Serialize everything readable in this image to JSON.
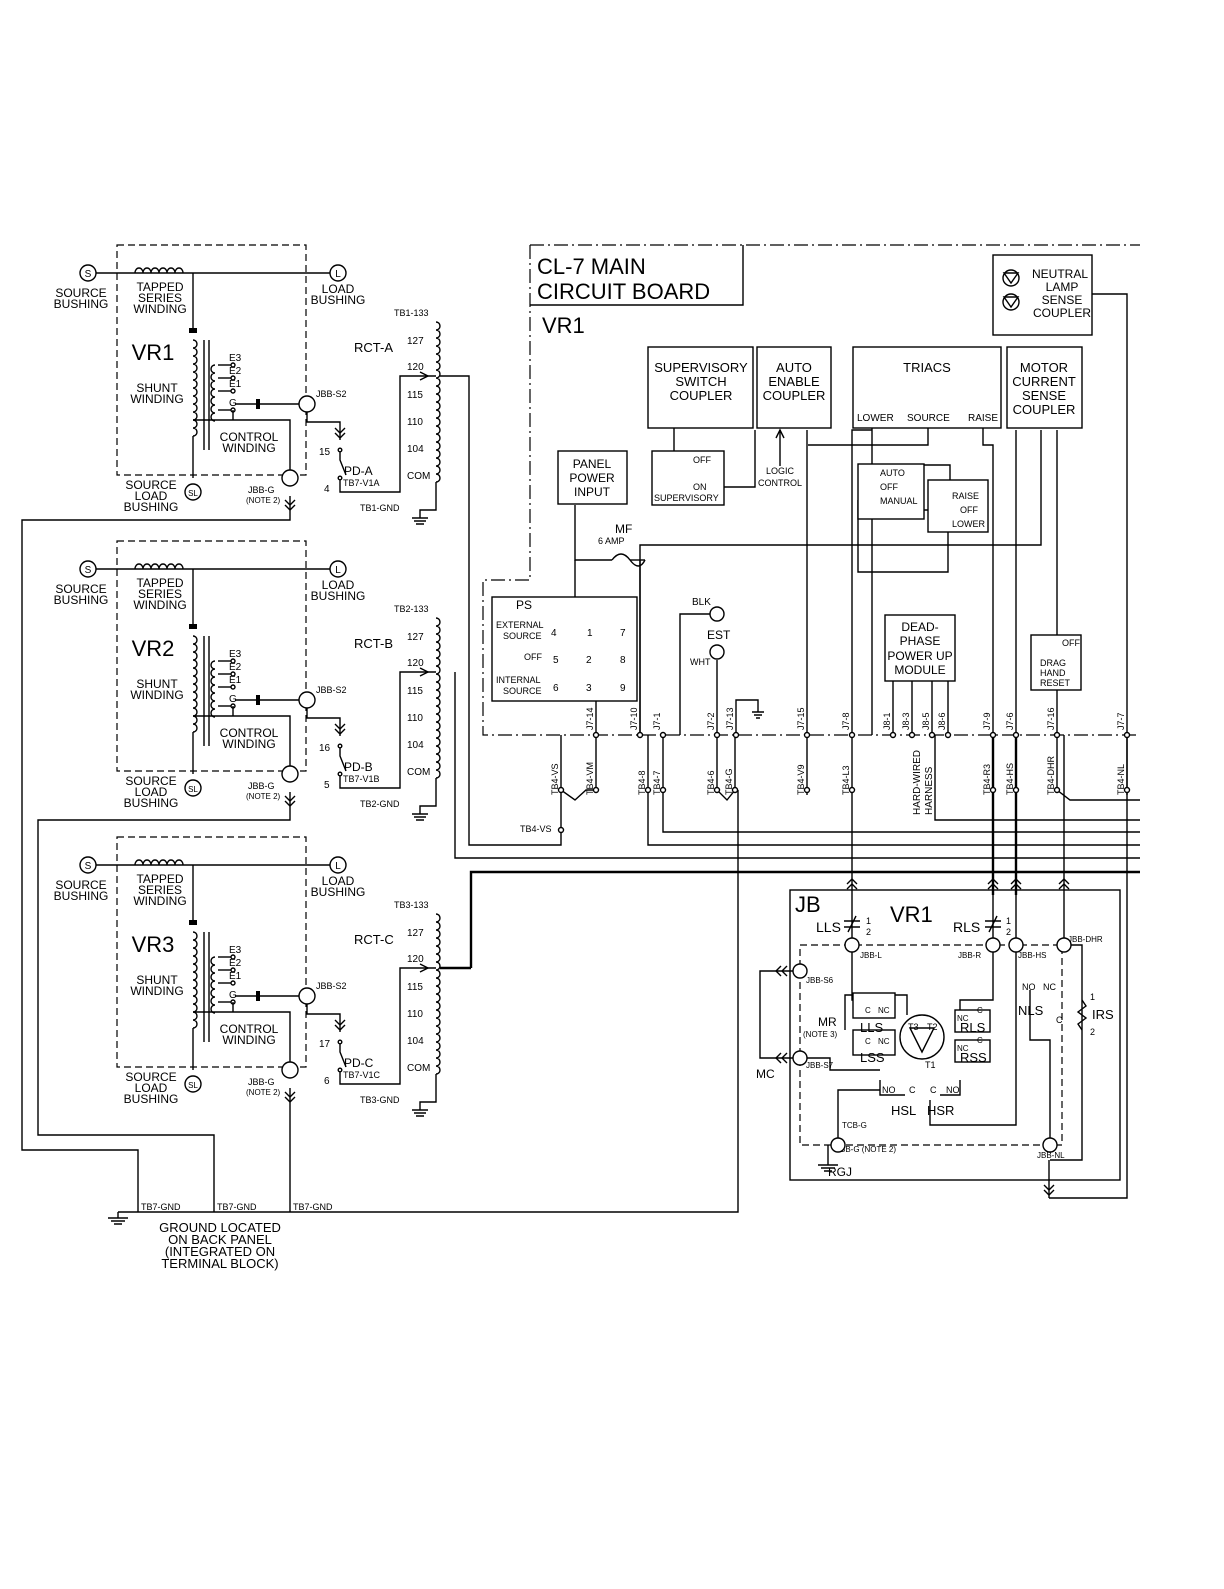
{
  "board": {
    "title_line1": "CL-7 MAIN",
    "title_line2": "CIRCUIT BOARD",
    "subtitle": "VR1"
  },
  "regulators": [
    {
      "name": "VR1",
      "source_bushing": [
        "SOURCE",
        "BUSHING"
      ],
      "load_bushing": [
        "LOAD",
        "BUSHING"
      ],
      "series_winding": [
        "TAPPED",
        "SERIES",
        "WINDING"
      ],
      "shunt_winding": [
        "SHUNT",
        "WINDING"
      ],
      "control_winding": [
        "CONTROL",
        "WINDING"
      ],
      "sl_bushing": [
        "SOURCE",
        "LOAD",
        "BUSHING"
      ],
      "taps": [
        "E3",
        "E2",
        "E1",
        "G"
      ],
      "jbb_s2": "JBB-S2",
      "jbb_g": "JBB-G",
      "note": "(NOTE 2)",
      "pd_label": "PD-A",
      "pd_tb": "TB7-V1A",
      "pd_top": "15",
      "pd_bot": "4",
      "rct": "RCT-A",
      "tb_top": "TB1-133",
      "tb_gnd": "TB1-GND"
    },
    {
      "name": "VR2",
      "source_bushing": [
        "SOURCE",
        "BUSHING"
      ],
      "load_bushing": [
        "LOAD",
        "BUSHING"
      ],
      "series_winding": [
        "TAPPED",
        "SERIES",
        "WINDING"
      ],
      "shunt_winding": [
        "SHUNT",
        "WINDING"
      ],
      "control_winding": [
        "CONTROL",
        "WINDING"
      ],
      "sl_bushing": [
        "SOURCE",
        "LOAD",
        "BUSHING"
      ],
      "taps": [
        "E3",
        "E2",
        "E1",
        "G"
      ],
      "jbb_s2": "JBB-S2",
      "jbb_g": "JBB-G",
      "note": "(NOTE 2)",
      "pd_label": "PD-B",
      "pd_tb": "TB7-V1B",
      "pd_top": "16",
      "pd_bot": "5",
      "rct": "RCT-B",
      "tb_top": "TB2-133",
      "tb_gnd": "TB2-GND"
    },
    {
      "name": "VR3",
      "source_bushing": [
        "SOURCE",
        "BUSHING"
      ],
      "load_bushing": [
        "LOAD",
        "BUSHING"
      ],
      "series_winding": [
        "TAPPED",
        "SERIES",
        "WINDING"
      ],
      "shunt_winding": [
        "SHUNT",
        "WINDING"
      ],
      "control_winding": [
        "CONTROL",
        "WINDING"
      ],
      "sl_bushing": [
        "SOURCE",
        "LOAD",
        "BUSHING"
      ],
      "taps": [
        "E3",
        "E2",
        "E1",
        "G"
      ],
      "jbb_s2": "JBB-S2",
      "jbb_g": "JBB-G",
      "note": "(NOTE 2)",
      "pd_label": "PD-C",
      "pd_tb": "TB7-V1C",
      "pd_top": "17",
      "pd_bot": "6",
      "rct": "RCT-C",
      "tb_top": "TB3-133",
      "tb_gnd": "TB3-GND"
    }
  ],
  "rct_taps": [
    "127",
    "120",
    "115",
    "110",
    "104",
    "COM"
  ],
  "bushing_symbols": {
    "source": "S",
    "load": "L",
    "sl": "SL"
  },
  "modules": {
    "supervisory": [
      "SUPERVISORY",
      "SWITCH",
      "COUPLER"
    ],
    "auto_enable": [
      "AUTO",
      "ENABLE",
      "COUPLER"
    ],
    "triacs": "TRIACS",
    "triac_terms": [
      "LOWER",
      "SOURCE",
      "RAISE"
    ],
    "motor_current": [
      "MOTOR",
      "CURRENT",
      "SENSE",
      "COUPLER"
    ],
    "neutral_lamp": [
      "NEUTRAL",
      "LAMP",
      "SENSE",
      "COUPLER"
    ],
    "panel_power": [
      "PANEL",
      "POWER",
      "INPUT"
    ],
    "dead_phase": [
      "DEAD-",
      "PHASE",
      "POWER UP",
      "MODULE"
    ],
    "sup_switch": {
      "off": "OFF",
      "on": "ON",
      "sup": "SUPERVISORY"
    },
    "logic_control": [
      "LOGIC",
      "CONTROL"
    ],
    "auto_switch": [
      "AUTO",
      "OFF",
      "MANUAL"
    ],
    "raise_switch": [
      "RAISE",
      "OFF",
      "LOWER"
    ],
    "fuse": [
      "MF",
      "6 AMP"
    ],
    "ps": {
      "label": "PS",
      "external": [
        "EXTERNAL",
        "SOURCE"
      ],
      "off": "OFF",
      "internal": [
        "INTERNAL",
        "SOURCE"
      ],
      "nums": [
        "4",
        "1",
        "7",
        "5",
        "2",
        "8",
        "6",
        "3",
        "9"
      ]
    },
    "blk": "BLK",
    "est": "EST",
    "wht": "WHT",
    "drag": {
      "off": "OFF",
      "lines": [
        "DRAG",
        "HAND",
        "RESET"
      ]
    },
    "harness": [
      "HARD-WIRED",
      "HARNESS"
    ]
  },
  "connectors": [
    "J7-14",
    "J7-10",
    "J7-1",
    "J7-2",
    "J7-13",
    "J7-15",
    "J7-8",
    "J8-1",
    "J8-3",
    "J8-5",
    "J8-6",
    "J7-9",
    "J7-6",
    "J7-16",
    "J7-7"
  ],
  "tb4": [
    "TB4-VS",
    "TB4-VM",
    "TB4-8",
    "TB4-7",
    "TB4-6",
    "TB4-G",
    "TB4-V9",
    "TB4-L3",
    "TB4-R3",
    "TB4-HS",
    "TB4-DHR",
    "TB4-NL"
  ],
  "tb4_vs_bottom": "TB4-VS",
  "jb": {
    "label": "JB",
    "vr": "VR1",
    "lls": "LLS",
    "rls": "RLS",
    "frac": [
      "1",
      "2"
    ],
    "pins": [
      "JBB-L",
      "JBB-R",
      "JBB-HS",
      "JBB-DHR",
      "JBB-S6",
      "JBB-S7",
      "JBB-G (NOTE 2)",
      "JBB-NL",
      "TCB-G"
    ],
    "mr": [
      "MR",
      "(NOTE 3)"
    ],
    "mc": "MC",
    "lls_sw": "LLS",
    "lss_sw": "LSS",
    "rls_sw": "RLS",
    "rss_sw": "RSS",
    "c": "C",
    "nc": "NC",
    "no": "NO",
    "motor_t": [
      "T3",
      "T2",
      "T1"
    ],
    "hsl": "HSL",
    "hsr": "HSR",
    "nls": "NLS",
    "irs": [
      "1",
      "IRS",
      "2"
    ],
    "rgj": "RGJ"
  },
  "ground": {
    "tb7": [
      "TB7-GND",
      "TB7-GND",
      "TB7-GND"
    ],
    "note": [
      "GROUND LOCATED",
      "ON BACK PANEL",
      "(INTEGRATED ON",
      "TERMINAL BLOCK)"
    ]
  }
}
